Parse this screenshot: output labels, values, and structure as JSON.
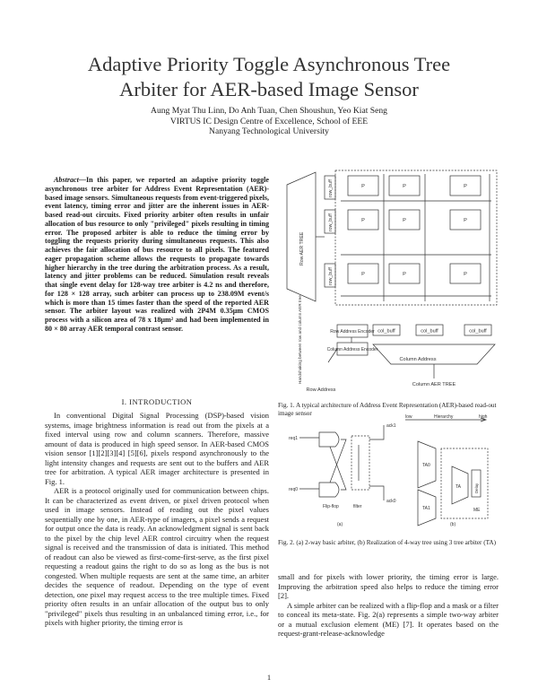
{
  "paper": {
    "title_line1": "Adaptive Priority Toggle Asynchronous Tree",
    "title_line2": "Arbiter for AER-based Image Sensor",
    "authors": "Aung Myat Thu Linn, Do Anh Tuan, Chen Shoushun, Yeo Kiat Seng",
    "affiliation1": "VIRTUS IC Design Centre of Excellence, School of EEE",
    "affiliation2": "Nanyang Technological University"
  },
  "abstract": {
    "lead": "Abstract",
    "text": "—In this paper, we reported an adaptive priority toggle asynchronous tree arbiter for Address Event Representation (AER)-based image sensors. Simultaneous requests from event-triggered pixels, event latency, timing error and jitter are the inherent issues in AER-based read-out circuits. Fixed priority arbiter often results in unfair allocation of bus resource to only \"privileged\" pixels resulting in timing error. The proposed arbiter is able to reduce the timing error by toggling the requests priority during simultaneous requests. This also achieves the fair allocation of bus resource to all pixels. The featured eager propagation scheme allows the requests to propagate towards higher hierarchy in the tree during the arbitration process. As a result, latency and jitter problems can be reduced. Simulation result reveals that single event delay for 128-way tree arbiter is 4.2 ns and therefore, for 128 × 128 array, such arbiter can process up to 238.09M event/s which is more than 15 times faster than the speed of the reported AER sensor. The arbiter layout was realized with 2P4M 0.35μm CMOS process with a silicon area of 78 x 18μm² and had been implemented in 80 × 80 array AER temporal contrast sensor."
  },
  "section": {
    "heading": "I. INTRODUCTION"
  },
  "intro": {
    "p1": "In conventional Digital Signal Processing (DSP)-based vision systems, image brightness information is read out from the pixels at a fixed interval using row and column scanners. Therefore, massive amount of data is produced in high speed sensor. In AER-based CMOS vision sensor [1][2][3][4] [5][6], pixels respond asynchronously to the light intensity changes and requests are sent out to the buffers and AER tree for arbitration. A typical AER imager architecture is presented in Fig. 1.",
    "p2": "AER is a protocol originally used for communication between chips. It can be characterized as event driven, or pixel driven protocol when used in image sensors. Instead of reading out the pixel values sequentially one by one, in AER-type of imagers, a pixel sends a request for output once the data is ready. An acknowledgment signal is sent back to the pixel by the chip level AER control circuitry when the request signal is received and the transmission of data is initiated. This method of readout can also be viewed as first-come-first-serve, as the first pixel requesting a readout gains the right to do so as long as the bus is not congested. When multiple requests are sent at the same time, an arbiter decides the sequence of readout. Depending on the type of event detection, one pixel may request access to the tree multiple times. Fixed priority often results in an unfair allocation of the output bus to only \"privileged\" pixels thus resulting in an unbalanced timing error, i.e., for pixels with higher priority, the timing error is"
  },
  "right": {
    "p1": "small and for pixels with lower priority, the timing error is large. Improving the arbitration speed also helps to reduce the timing error [2].",
    "p2": "A simple arbiter can be realized with a flip-flop and a mask or a filter to conceal its meta-state. Fig. 2(a) represents a simple two-way arbiter or a mutual exclusion element (ME) [7]. It operates based on the request-grant-release-acknowledge"
  },
  "fig1": {
    "caption": "Fig. 1.   A typical architecture of Address Event Representation (AER)-based read-out image sensor",
    "pixel_label": "P",
    "row_buff": "row_buff",
    "col_buff": "col_buff",
    "row_aer_tree": "Row AER TREE",
    "row_addr_enc": "Row Address Encoder",
    "col_addr_enc": "Column Address Encoder",
    "handshaking": "Handshaking between row and column AER tree",
    "column_address": "Column Address",
    "row_address": "Row Address",
    "column_aer_tree": "Column AER TREE"
  },
  "fig2": {
    "caption": "Fig. 2.   (a) 2-way basic arbiter, (b) Realization of 4-way tree using 3 tree arbiter (TA)",
    "flipflop": "Flip-flop",
    "filter": "filter",
    "req1": "req1",
    "req0": "req0",
    "ack1": "ack1",
    "ack0": "ack0",
    "low": "low",
    "hierarchy": "Hierarchy",
    "high": "high",
    "ta0": "TA0",
    "ta1": "TA1",
    "ta": "TA",
    "me": "ME",
    "delay": "Delay",
    "sub_a": "(a)",
    "sub_b": "(b)"
  },
  "page": {
    "number": "1"
  }
}
